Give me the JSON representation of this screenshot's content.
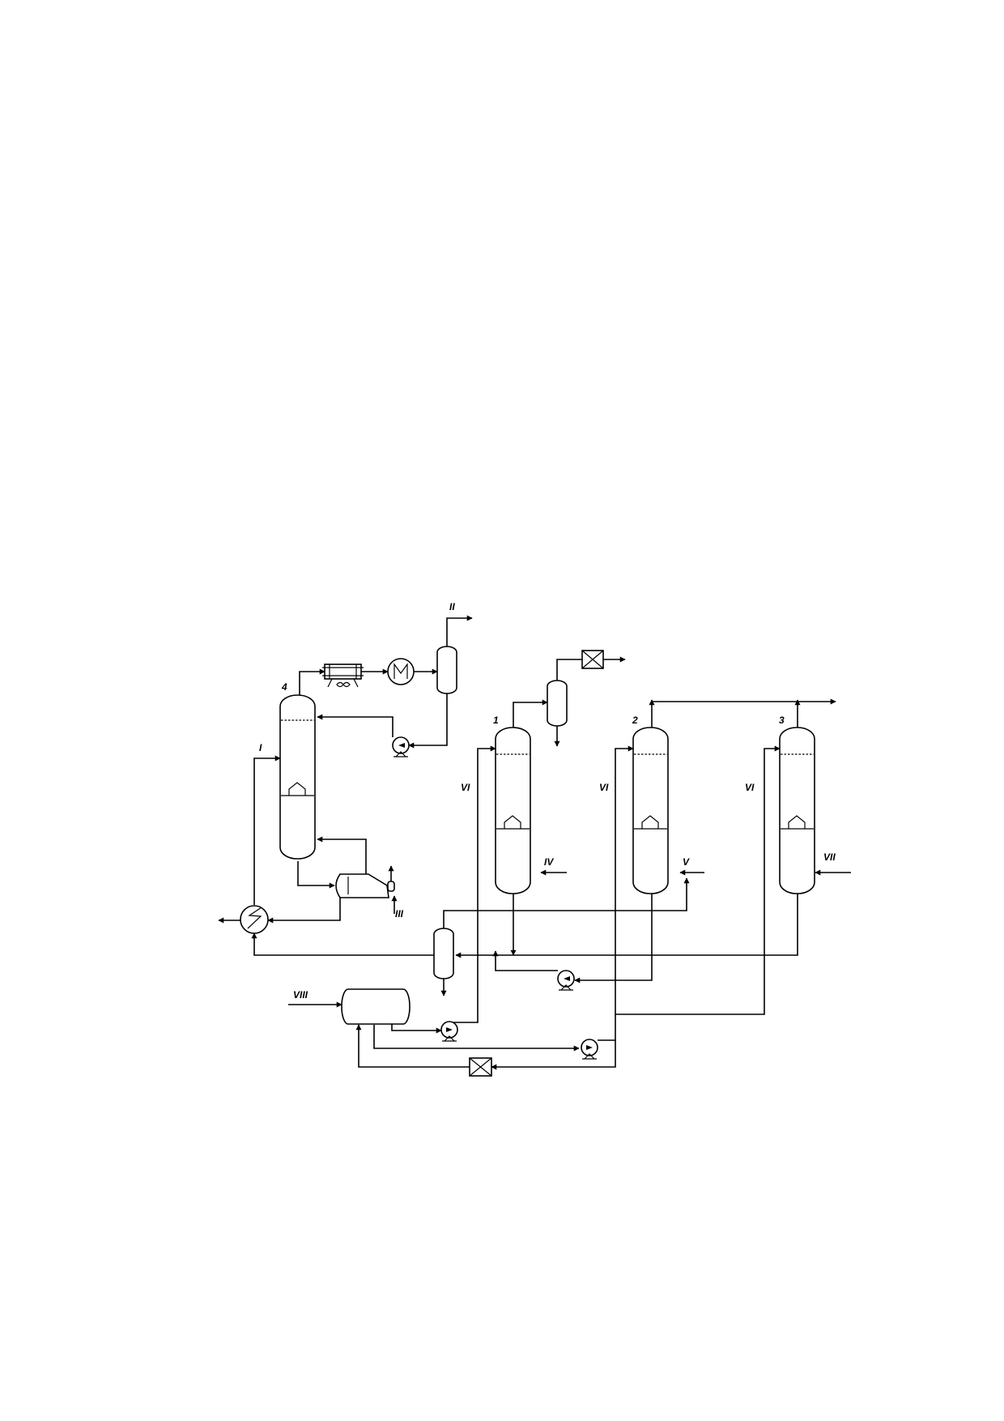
{
  "equipment_labels": {
    "column_1": "1",
    "column_2": "2",
    "column_3": "3",
    "column_4": "4"
  },
  "stream_labels": {
    "I": "I",
    "II": "II",
    "III": "III",
    "IV": "IV",
    "V": "V",
    "VI": "VI",
    "VII": "VII",
    "VIII": "VIII"
  }
}
